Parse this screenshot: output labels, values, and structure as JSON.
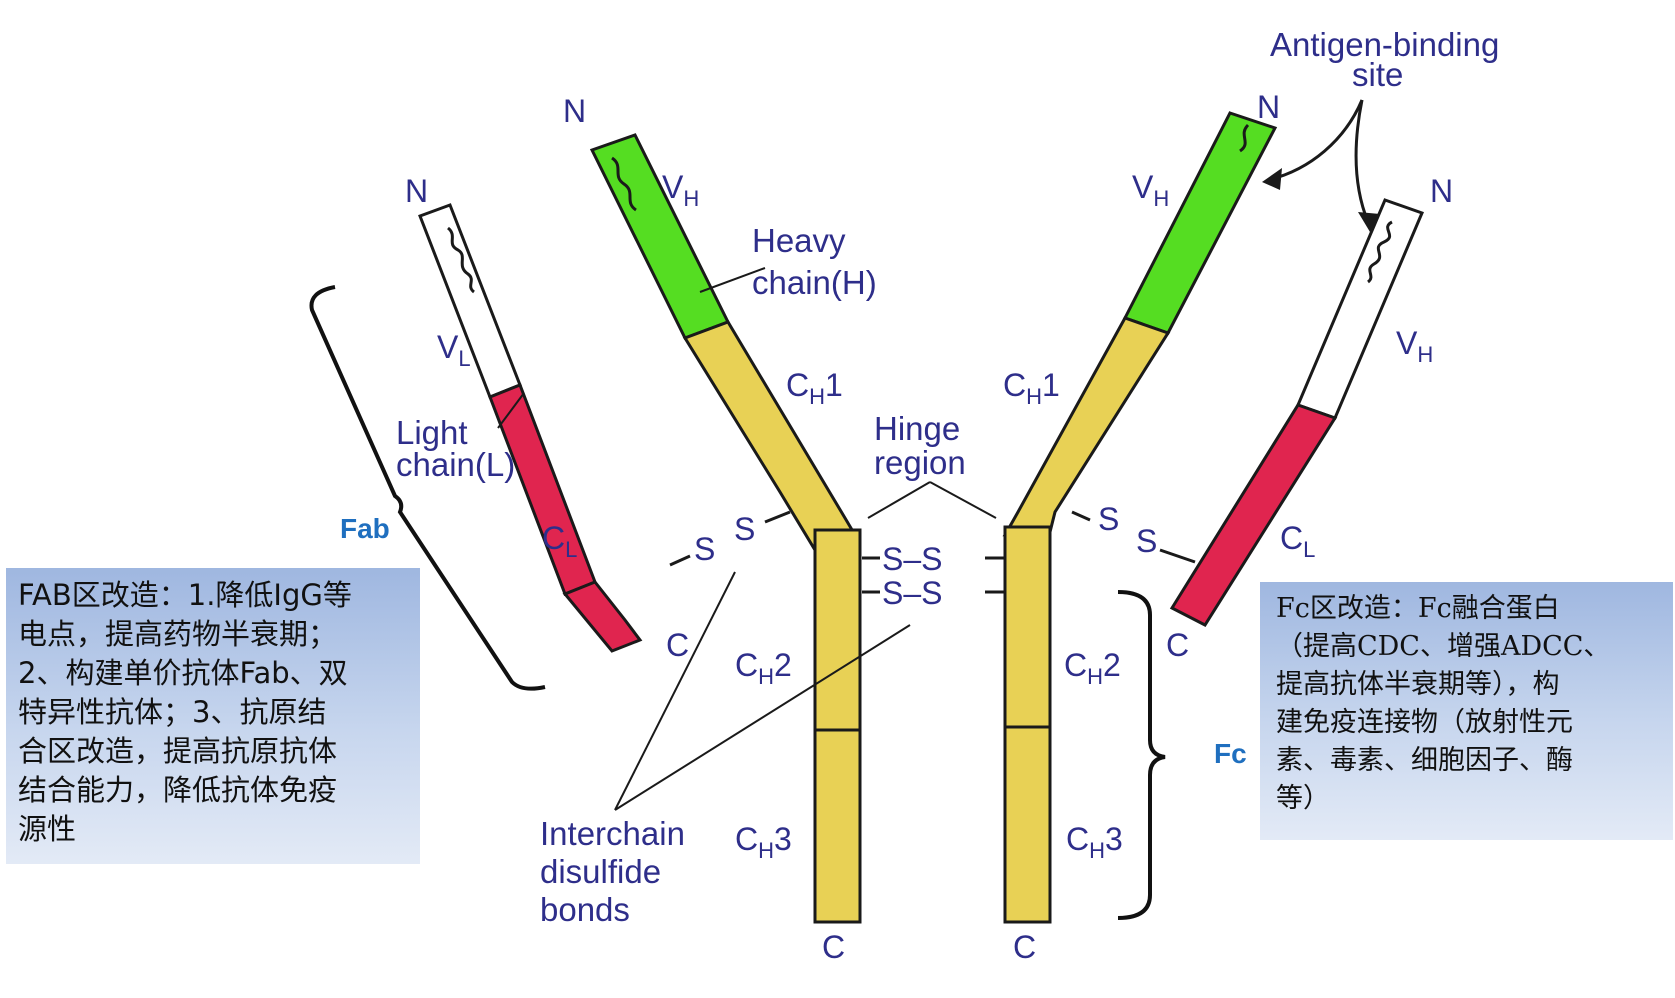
{
  "labels": {
    "n": "N",
    "c": "C",
    "v": "V",
    "h": "H",
    "l": "L",
    "c1": "1",
    "c2": "2",
    "c3": "3",
    "heavy_chain_line1": "Heavy",
    "heavy_chain_line2": "chain(H)",
    "light_chain_line1": "Light",
    "light_chain_line2": "chain(L)",
    "hinge_line1": "Hinge",
    "hinge_line2": "region",
    "antigen_line1": "Antigen-binding",
    "antigen_line2": "site",
    "interchain_line1": "Interchain",
    "interchain_line2": "disulfide",
    "interchain_line3": "bonds",
    "ss": "S–S",
    "s": "S"
  },
  "annotations": {
    "fab": "Fab",
    "fc": "Fc"
  },
  "notes": {
    "fab": [
      "FAB区改造：1.降低IgG等",
      "电点，提高药物半衰期；",
      "2、构建单价抗体Fab、双",
      "特异性抗体；3、抗原结",
      "合区改造，提高抗原抗体",
      "结合能力，降低抗体免疫",
      "源性"
    ],
    "fc": [
      "Fc区改造：Fc融合蛋白",
      "（提高CDC、增强ADCC、",
      "提高抗体半衰期等），构",
      "建免疫连接物（放射性元",
      "素、毒素、细胞因子、酶",
      "等）"
    ]
  },
  "colors": {
    "variable_heavy": "#55dd22",
    "constant_heavy": "#e8d155",
    "constant_light": "#e0254f",
    "variable_light": "#ffffff",
    "outline": "#1a1a1a",
    "label_text": "#2e2e8a",
    "annotation_text": "#1f6fbf",
    "note_bg": "#b9cbe9"
  }
}
